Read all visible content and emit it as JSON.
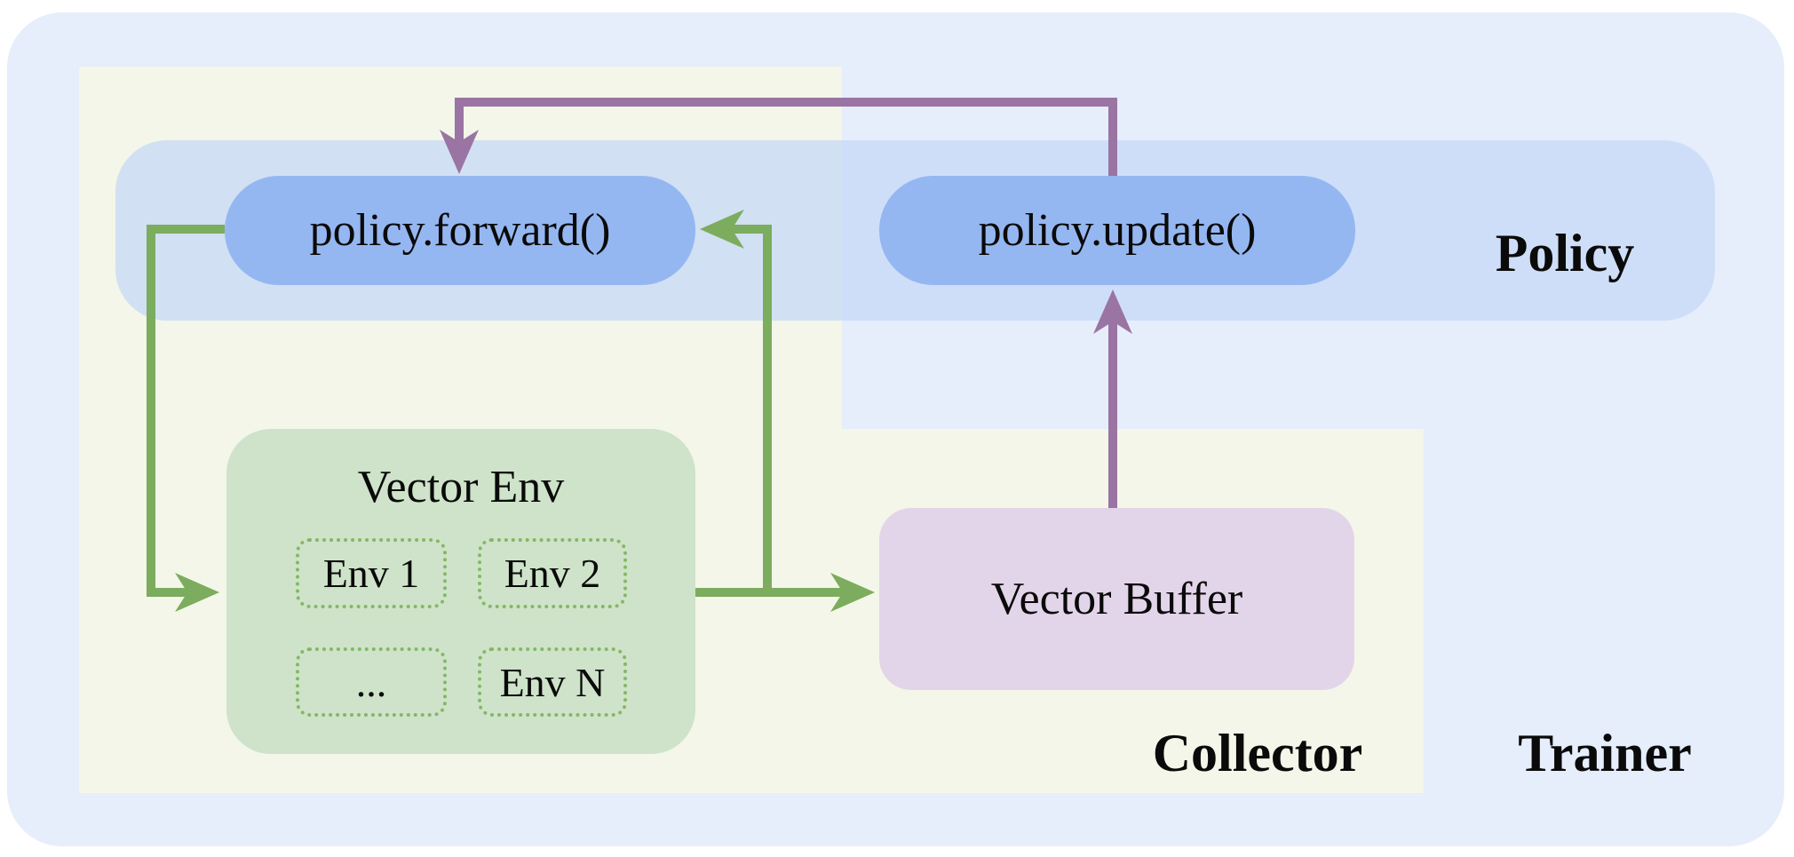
{
  "diagram": {
    "policy": {
      "band_label": "Policy",
      "forward_label": "policy.forward()",
      "update_label": "policy.update()"
    },
    "collector": {
      "label": "Collector",
      "vector_env": {
        "title": "Vector Env",
        "envs": [
          "Env 1",
          "Env 2",
          "...",
          "Env N"
        ]
      },
      "vector_buffer_label": "Vector Buffer"
    },
    "trainer_label": "Trainer"
  },
  "colors": {
    "page_bg": "#ffffff",
    "trainer_bg": "#e6edfb",
    "collector_bg": "#f3f6e8",
    "policy_band_bg": "rgba(197,216,247,0.75)",
    "pill_bg": "#95b7f1",
    "vector_env_bg": "#cee3c9",
    "env_dotted_border": "#85b765",
    "vector_buffer_bg": "#e3d5e9",
    "arrow_green": "#7cac5d",
    "arrow_purple": "#9a74a3",
    "text": "#0a0a0a"
  }
}
